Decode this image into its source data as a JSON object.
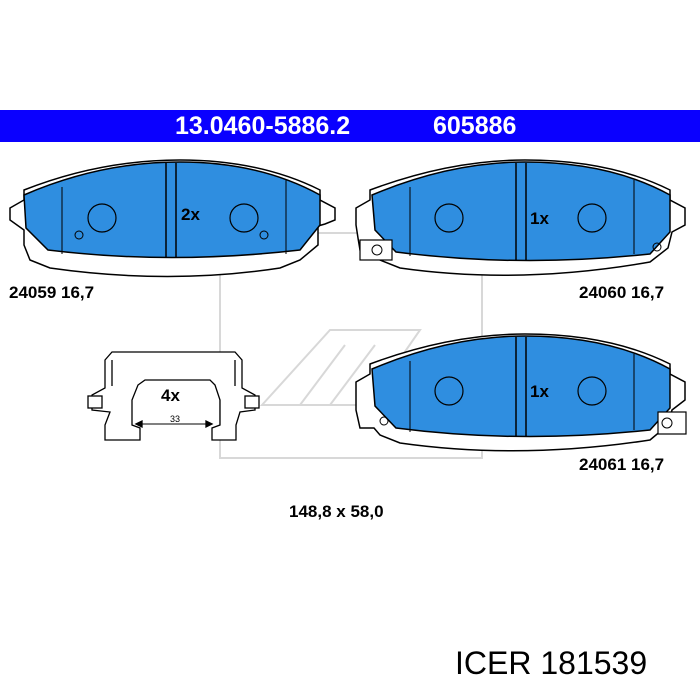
{
  "header": {
    "part_number": "13.0460-5886.2",
    "ref_number": "605886"
  },
  "pads": [
    {
      "quantity": "2x",
      "label": "24059 16,7"
    },
    {
      "quantity": "1x",
      "label": "24060 16,7"
    },
    {
      "quantity": "1x",
      "label": "24061 16,7"
    }
  ],
  "clip": {
    "quantity": "4x",
    "dimension": "33"
  },
  "dimensions": "148,8 x 58,0",
  "caption": "ICER 181539",
  "colors": {
    "banner": "#0a00ff",
    "pad_fill": "#2f8ee0"
  }
}
